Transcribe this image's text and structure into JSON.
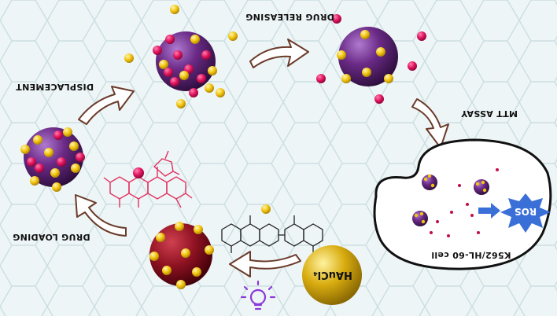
{
  "labels": {
    "drug_releasing": "DRUG RELEASING",
    "displacement": "DISPLACEMENT",
    "mtt_assay": "MTT ASSAY",
    "drug_loading": "DRUG LOADING",
    "cell": "K562/HL-60 cell",
    "ros": "ROS",
    "gold_precursor": "HAuCl₄"
  },
  "colors": {
    "purple_np": "#6a2a86",
    "red_np": "#8f1222",
    "gold_ball": "#d9ad10",
    "drug_pink": "#e0155e",
    "drug_yellow": "#f2c40d",
    "ros_star": "#3a6fd8",
    "arrow_outline": "#6b3b2b"
  },
  "icons": {
    "light": "lightbulb-icon"
  }
}
